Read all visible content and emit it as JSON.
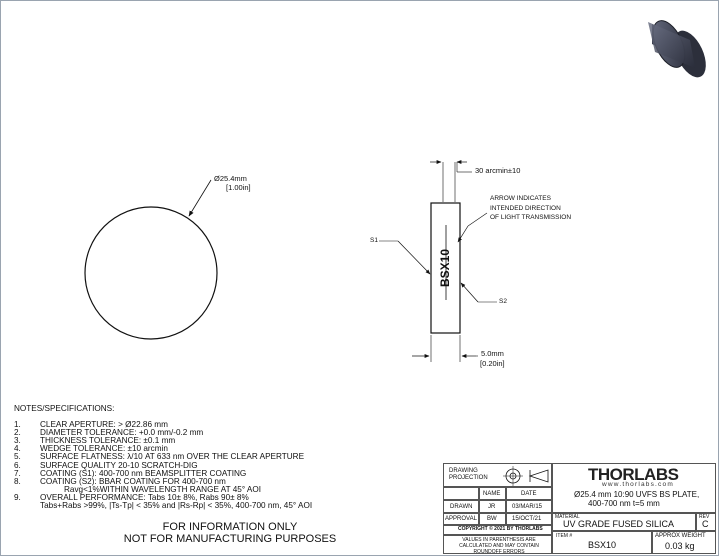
{
  "drawing": {
    "diameter": "Ø25.4mm",
    "diameter_in": "[1.00in]",
    "wedge_dim": "30 arcmin±10",
    "arrow_note": [
      "ARROW INDICATES",
      "INTENDED DIRECTION",
      "OF LIGHT TRANSMISSION"
    ],
    "s1": "S1",
    "s2": "S2",
    "engraving": "BSX10",
    "thickness": "5.0mm",
    "thickness_in": "[0.20in]"
  },
  "notes": {
    "header": "NOTES/SPECIFICATIONS:",
    "items": [
      {
        "num": "1.",
        "text": "CLEAR APERTURE: > Ø22.86 mm"
      },
      {
        "num": "2.",
        "text": "DIAMETER TOLERANCE: +0.0 mm/-0.2 mm"
      },
      {
        "num": "3.",
        "text": "THICKNESS TOLERANCE: ±0.1 mm"
      },
      {
        "num": "4.",
        "text": "WEDGE TOLERANCE: ±10 arcmin"
      },
      {
        "num": "5.",
        "text": "SURFACE FLATNESS: λ/10 AT 633 nm OVER THE CLEAR APERTURE"
      },
      {
        "num": "6.",
        "text": "SURFACE QUALITY 20-10 SCRATCH-DIG"
      },
      {
        "num": "7.",
        "text": "COATING (S1): 400-700 nm BEAMSPLITTER COATING"
      },
      {
        "num": "8.",
        "text": "COATING (S2): BBAR COATING FOR 400-700 nm"
      },
      {
        "num": "",
        "text": "Ravg<1%WITHIN WAVELENGTH RANGE AT 45° AOI",
        "indent": 2
      },
      {
        "num": "9.",
        "text": "OVERALL PERFORMANCE: Tabs 10± 8%, Rabs 90± 8%"
      },
      {
        "num": "",
        "text": "Tabs+Rabs >99%, |Ts-Tp| < 35% and |Rs-Rp| < 35%, 400-700 nm, 45° AOI",
        "indent": 1
      }
    ]
  },
  "disclaimer": [
    "FOR INFORMATION ONLY",
    "NOT FOR MANUFACTURING PURPOSES"
  ],
  "title_block": {
    "drawing_projection": "DRAWING PROJECTION",
    "name_hdr": "NAME",
    "date_hdr": "DATE",
    "drawn_lbl": "DRAWN",
    "drawn_name": "JR",
    "drawn_date": "03/MAR/15",
    "approval_lbl": "APPROVAL",
    "approval_name": "BW",
    "approval_date": "15/OCT/21",
    "copyright": "COPYRIGHT © 2021 BY THORLABS",
    "roundoff": "VALUES IN PARENTHESIS ARE CALCULATED AND MAY CONTAIN ROUNDOFF ERRORS",
    "logo": "THORLABS",
    "website": "www.thorlabs.com",
    "description": [
      "Ø25.4 mm 10:90 UVFS BS PLATE,",
      "400-700 nm t=5 mm"
    ],
    "material_lbl": "MATERIAL",
    "material": "UV GRADE FUSED SILICA",
    "rev_lbl": "REV",
    "rev": "C",
    "item_lbl": "ITEM #",
    "item": "BSX10",
    "weight_lbl": "APPROX WEIGHT",
    "weight": "0.03 kg"
  }
}
